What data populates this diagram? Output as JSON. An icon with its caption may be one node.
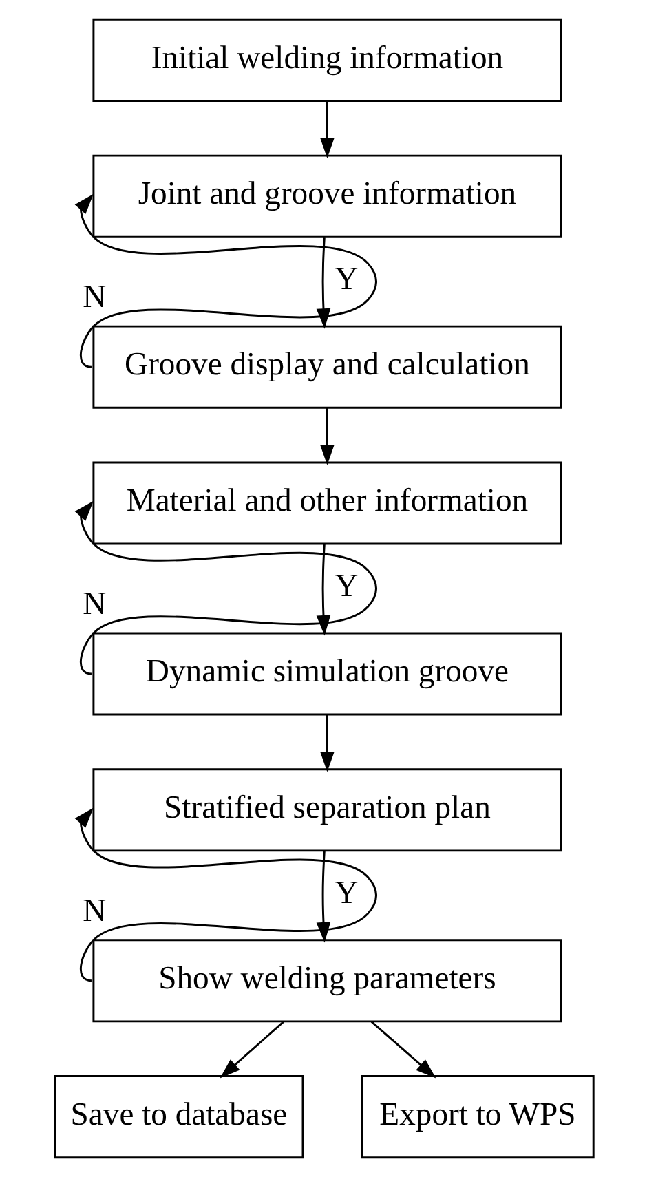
{
  "diagram": {
    "nodes": [
      {
        "text": [
          "Initial welding information"
        ]
      },
      {
        "text": [
          "Joint and groove information"
        ]
      },
      {
        "text": [
          "Groove display and calculation"
        ]
      },
      {
        "text": [
          "Material and other information"
        ]
      },
      {
        "text": [
          "Dynamic simulation groove"
        ]
      },
      {
        "text": [
          "Stratified separation plan"
        ]
      },
      {
        "text": [
          "Show welding parameters"
        ]
      },
      {
        "text": [
          "Save to database"
        ]
      },
      {
        "text": [
          "Export to WPS"
        ]
      }
    ],
    "edges": [
      {
        "from": 0,
        "to": 1,
        "arrow": "to"
      },
      {
        "from": 1,
        "to": 2,
        "arrow": "to",
        "label": "Y"
      },
      {
        "from": 2,
        "to": 1,
        "arrow": "to",
        "label": "N"
      },
      {
        "from": 2,
        "to": 3,
        "arrow": "to"
      },
      {
        "from": 3,
        "to": 4,
        "arrow": "to",
        "label": "Y"
      },
      {
        "from": 4,
        "to": 3,
        "arrow": "to",
        "label": "N"
      },
      {
        "from": 4,
        "to": 5,
        "arrow": "to"
      },
      {
        "from": 5,
        "to": 6,
        "arrow": "to",
        "label": "Y"
      },
      {
        "from": 6,
        "to": 5,
        "arrow": "to",
        "label": "N"
      },
      {
        "from": 6,
        "to": 7,
        "arrow": "to"
      },
      {
        "from": 6,
        "to": 8,
        "arrow": "to"
      }
    ]
  }
}
